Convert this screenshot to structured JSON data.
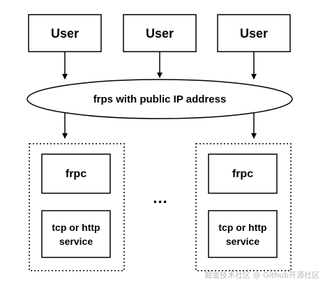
{
  "users": [
    {
      "label": "User"
    },
    {
      "label": "User"
    },
    {
      "label": "User"
    }
  ],
  "server": {
    "label": "frps with public IP address"
  },
  "clients": [
    {
      "frpc_label": "frpc",
      "service_lines": [
        "tcp or http",
        "service"
      ]
    },
    {
      "frpc_label": "frpc",
      "service_lines": [
        "tcp or http",
        "service"
      ]
    }
  ],
  "ellipsis": "...",
  "watermark": "掘金技术社区 @ Github开源社区",
  "colors": {
    "stroke": "#000000",
    "background": "#ffffff",
    "watermark": "#b8b8b8"
  }
}
